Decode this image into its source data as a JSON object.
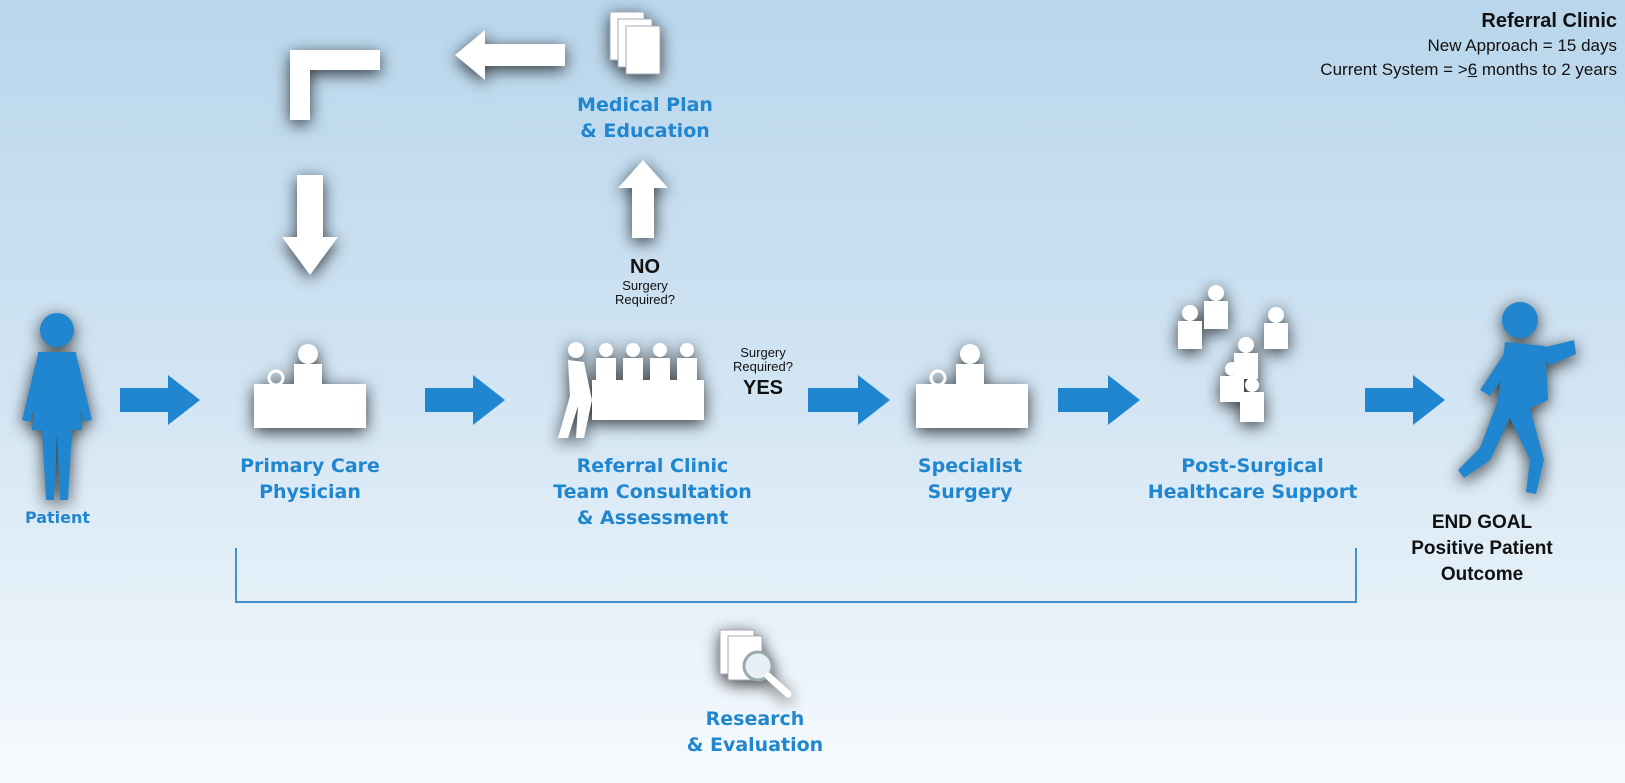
{
  "info_box": {
    "title": "Referral Clinic",
    "new_approach": "New Approach = 15 days",
    "current_system_prefix": "Current System = >",
    "current_system_value": "6",
    "current_system_suffix": " months to 2 years"
  },
  "stages": {
    "patient": "Patient",
    "primary_care": [
      "Primary Care",
      "Physician"
    ],
    "referral_clinic": [
      "Referral Clinic",
      "Team Consultation",
      "& Assessment"
    ],
    "specialist": [
      "Specialist",
      "Surgery"
    ],
    "post_surgical": [
      "Post-Surgical",
      "Healthcare Support"
    ],
    "end_goal": [
      "END GOAL",
      "Positive Patient",
      "Outcome"
    ],
    "medical_plan": [
      "Medical Plan",
      "& Education"
    ],
    "research": [
      "Research",
      "& Evaluation"
    ]
  },
  "decisions": {
    "no": {
      "answer": "NO",
      "question": [
        "Surgery",
        "Required?"
      ]
    },
    "yes": {
      "answer": "YES",
      "question": [
        "Surgery",
        "Required?"
      ]
    }
  },
  "colors": {
    "accent_blue": "#1f86cf",
    "arrow_blue": "#1f86cf",
    "white": "#ffffff",
    "text_dark": "#111111"
  }
}
